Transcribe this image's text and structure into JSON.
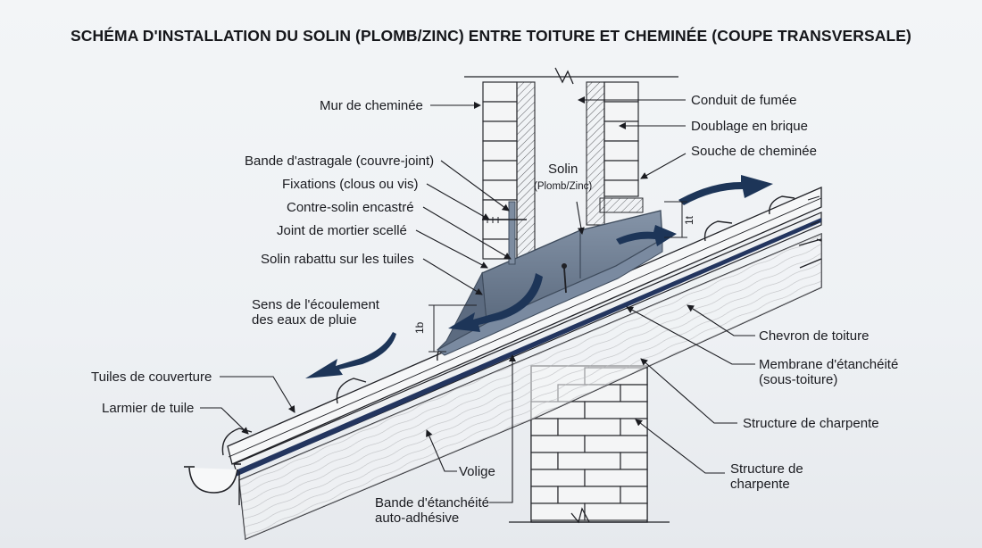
{
  "title": "SCHÉMA D'INSTALLATION DU SOLIN (PLOMB/ZINC) ENTRE TOITURE ET CHEMINÉE (COUPE TRANSVERSALE)",
  "labels": {
    "mur_cheminee": "Mur de cheminée",
    "conduit": "Conduit de fumée",
    "doublage": "Doublage en brique",
    "souche": "Souche de cheminée",
    "astragale": "Bande d'astragale (couvre-joint)",
    "fixations": "Fixations (clous ou vis)",
    "contre_solin": "Contre-solin encastré",
    "joint": "Joint de mortier scellé",
    "solin_rabattu": "Solin rabattu sur les tuiles",
    "solin": "Solin",
    "solin_sub": "(Plomb/Zinc)",
    "ecoulement_1": "Sens de l'écoulement",
    "ecoulement_2": "des eaux de pluie",
    "tuiles": "Tuiles de couverture",
    "larmier": "Larmier de tuile",
    "chevron": "Chevron de toiture",
    "membrane_1": "Membrane d'étanchéité",
    "membrane_2": "(sous-toiture)",
    "charpente_1": "Structure de charpente",
    "charpente_2a": "Structure de",
    "charpente_2b": "charpente",
    "volige": "Volige",
    "bande_1": "Bande d'étanchéité",
    "bande_2": "auto-adhésive",
    "dim_1b": "1b",
    "dim_1t": "1t"
  },
  "colors": {
    "flashing": "#6f7f94",
    "flashing_dark": "#4d5c70",
    "arrow": "#1d3558",
    "membrane": "#23355f",
    "ink": "#202126"
  }
}
